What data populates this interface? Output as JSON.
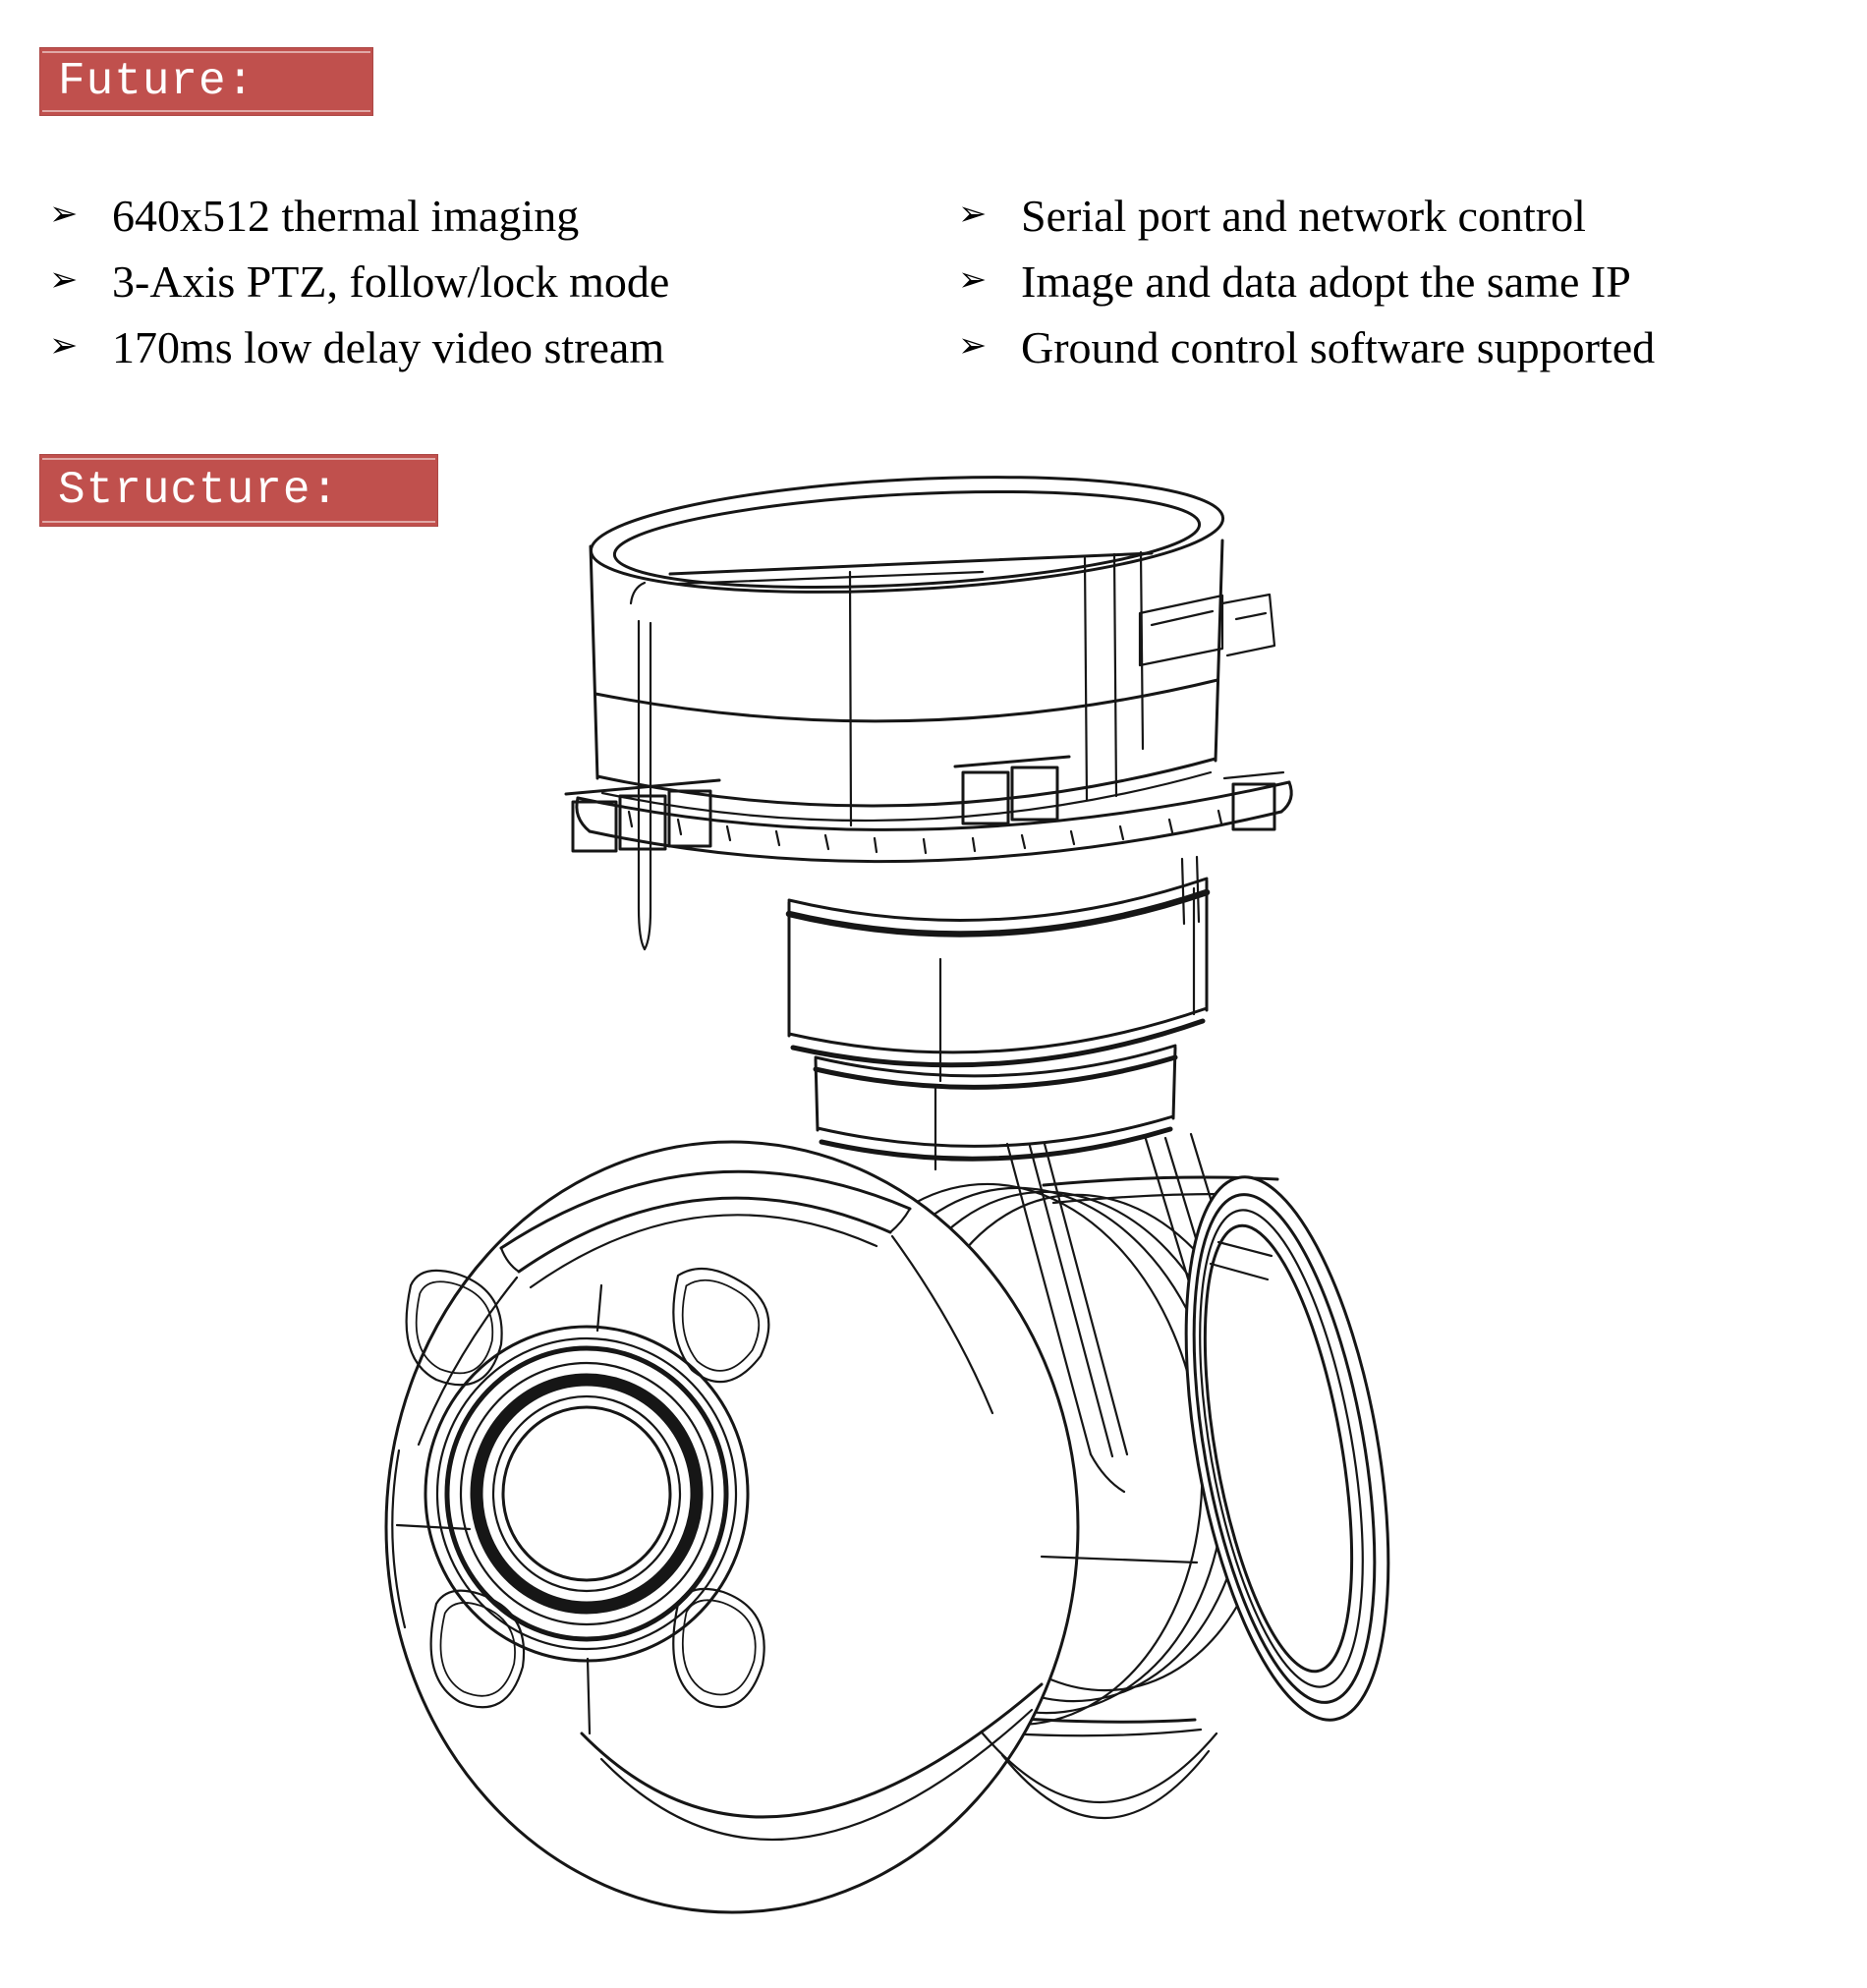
{
  "theme": {
    "header_bg": "#c0504d",
    "header_text": "#ffffff",
    "ink": "#161616",
    "page_bg": "#ffffff"
  },
  "sections": {
    "future": {
      "label": "Future:"
    },
    "structure": {
      "label": "Structure:"
    }
  },
  "features": {
    "bullet_glyph": "➢",
    "left": [
      "640x512 thermal imaging",
      "3-Axis PTZ, follow/lock mode",
      "170ms low delay video stream"
    ],
    "right": [
      "Serial port and network control",
      "Image and data adopt the same IP",
      "Ground control software supported"
    ]
  },
  "figure": {
    "label": "gimbal-camera-structure-drawing"
  }
}
